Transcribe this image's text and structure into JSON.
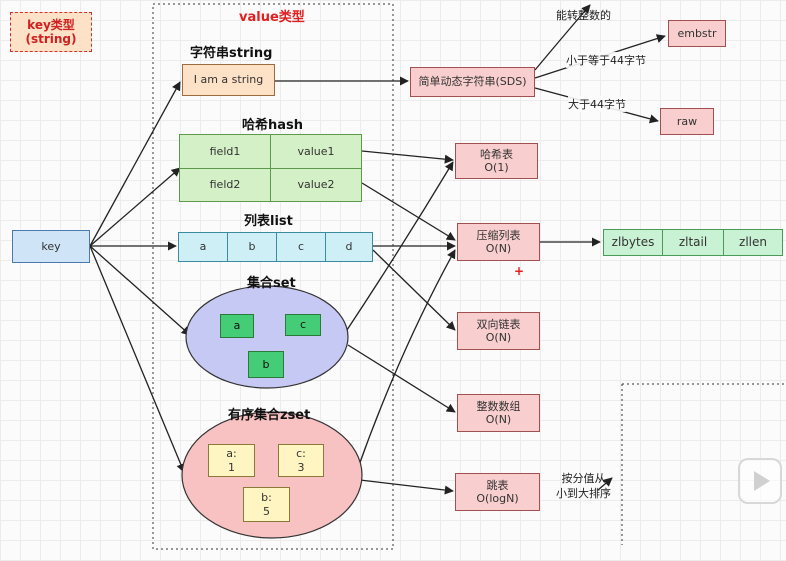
{
  "key_type": {
    "title": "key类型\n(string)"
  },
  "value_type": {
    "title": "value类型"
  },
  "key_box": {
    "label": "key"
  },
  "sections": {
    "string": "字符串string",
    "hash": "哈希hash",
    "list": "列表list",
    "set": "集合set",
    "zset": "有序集合zset"
  },
  "string_value": "I am a string",
  "hash_cells": [
    "field1",
    "value1",
    "field2",
    "value2"
  ],
  "list_items": [
    "a",
    "b",
    "c",
    "d"
  ],
  "set_items": [
    "a",
    "c",
    "b"
  ],
  "zset_items": [
    "a:\n1",
    "c:\n3",
    "b:\n5"
  ],
  "encodings": {
    "sds": "简单动态字符串(SDS)",
    "hashtable": "哈希表\nO(1)",
    "ziplist": "压缩列表\nO(N)",
    "linkedlist": "双向链表\nO(N)",
    "intset": "整数数组\nO(N)",
    "skiplist": "跳表\nO(logN)"
  },
  "sds_variants": {
    "embstr": "embstr",
    "raw": "raw"
  },
  "sds_labels": {
    "int": "能转整数的",
    "le44": "小于等于44字节",
    "gt44": "大于44字节"
  },
  "ziplist_fields": [
    "zlbytes",
    "zltail",
    "zllen"
  ],
  "skiplist_note": "按分值从\n小到大排序",
  "plus_mark": "+"
}
